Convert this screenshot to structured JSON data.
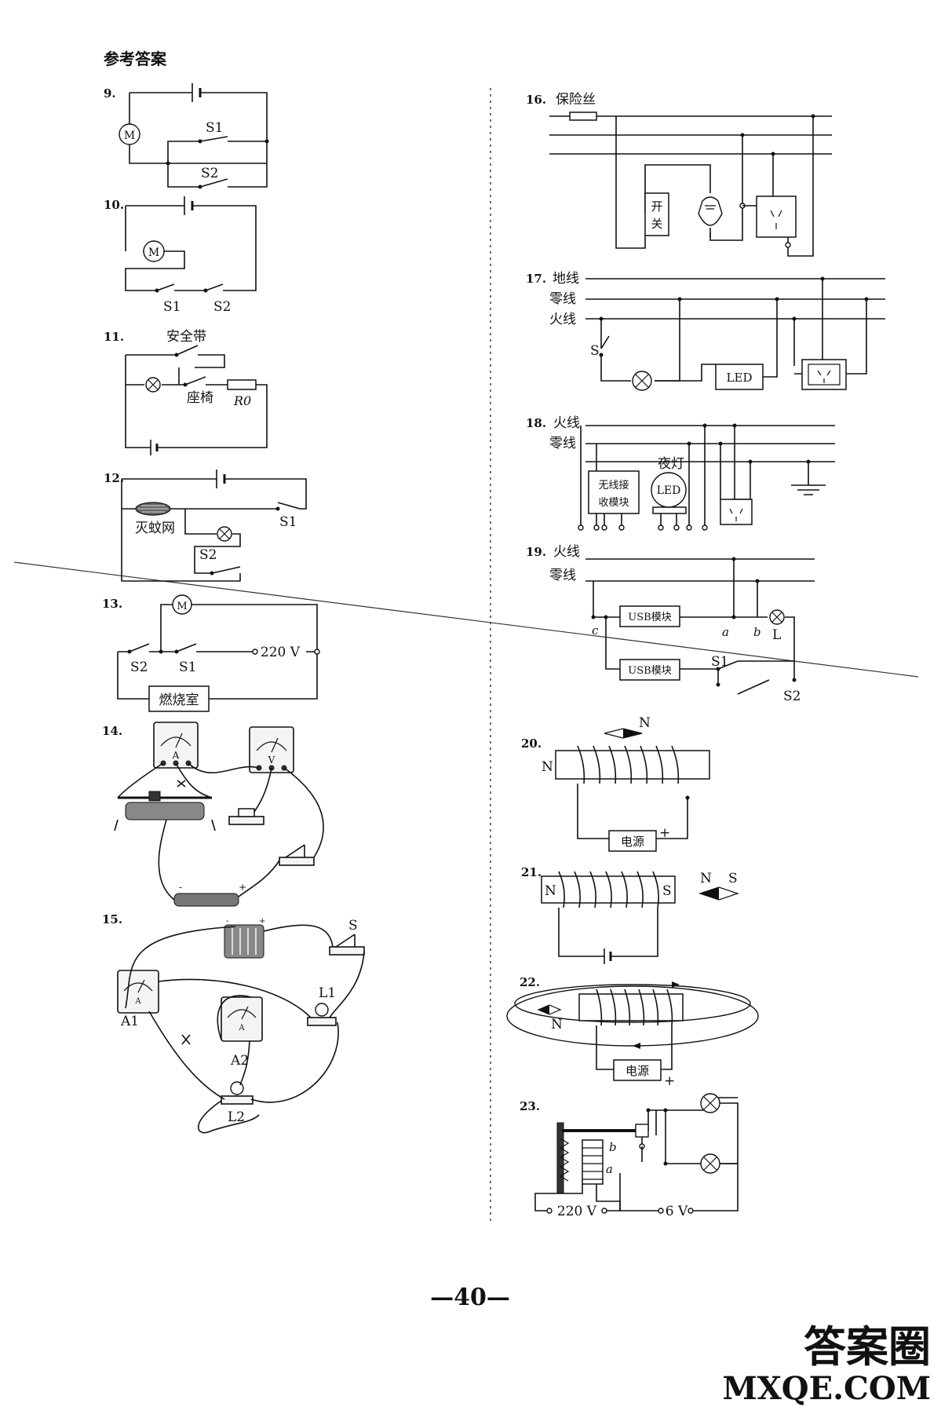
{
  "header": {
    "title": "参考答案"
  },
  "page_number": "—40—",
  "watermark": {
    "logo_text": "答案圈",
    "url": "MXQE.COM"
  },
  "answers": {
    "q9": {
      "num": "9.",
      "s1": "S1",
      "s2": "S2",
      "motor": "M"
    },
    "q10": {
      "num": "10.",
      "s1": "S1",
      "s2": "S2",
      "motor": "M"
    },
    "q11": {
      "num": "11.",
      "seatbelt": "安全带",
      "seat": "座椅",
      "r0": "R0"
    },
    "q12": {
      "num": "12.",
      "net": "灭蚊网",
      "s1": "S1",
      "s2": "S2"
    },
    "q13": {
      "num": "13.",
      "motor": "M",
      "s1": "S1",
      "s2": "S2",
      "voltage": "220 V",
      "chamber": "燃烧室"
    },
    "q14": {
      "num": "14.",
      "ammeter": "A",
      "voltmeter": "V"
    },
    "q15": {
      "num": "15.",
      "s": "S",
      "a1": "A1",
      "a2": "A2",
      "l1": "L1",
      "l2": "L2",
      "ammeter": "A"
    },
    "q16": {
      "num": "16.",
      "fuse": "保险丝",
      "switch_top": "开",
      "switch_bottom": "关"
    },
    "q17": {
      "num": "17.",
      "ground": "地线",
      "neutral": "零线",
      "live": "火线",
      "s": "S",
      "led": "LED"
    },
    "q18": {
      "num": "18.",
      "live": "火线",
      "neutral": "零线",
      "receiver_1": "无线接",
      "receiver_2": "收模块",
      "night_lamp": "夜灯",
      "led": "LED"
    },
    "q19": {
      "num": "19.",
      "live": "火线",
      "neutral": "零线",
      "usb": "USB模块",
      "a": "a",
      "b": "b",
      "c": "c",
      "l": "L",
      "s1": "S1",
      "s2": "S2"
    },
    "q20": {
      "num": "20.",
      "n_pole": "N",
      "needle_n": "N",
      "power": "电源",
      "plus": "+"
    },
    "q21": {
      "num": "21.",
      "n_pole": "N",
      "s_pole": "S",
      "needle_n": "N",
      "needle_s": "S"
    },
    "q22": {
      "num": "22.",
      "needle_n": "N",
      "power": "电源",
      "plus": "+"
    },
    "q23": {
      "num": "23.",
      "b": "b",
      "a": "a",
      "v220": "220 V",
      "v6": "6 V"
    }
  }
}
